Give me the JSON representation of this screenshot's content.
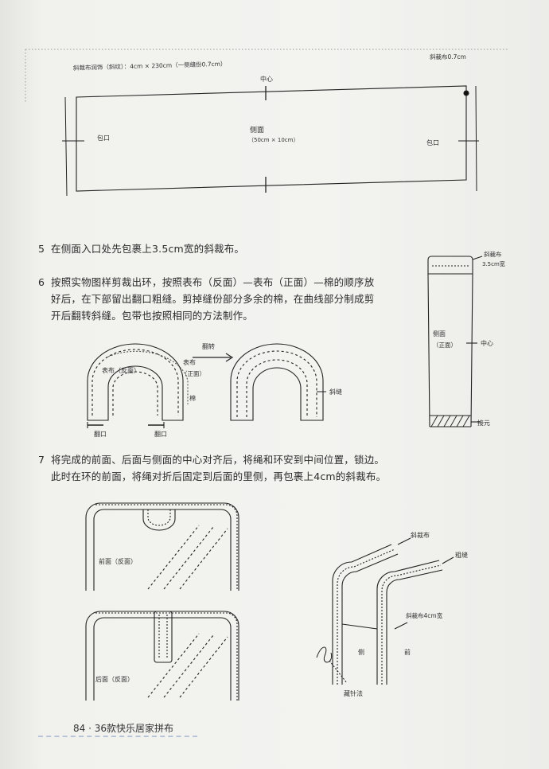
{
  "top_diagram": {
    "title": "斜裁布润饰（斜纹）：4cm × 230cm（一侧缝份0.7cm）",
    "right_label": "斜裁布0.7cm",
    "center_label": "中心",
    "left_label": "包口",
    "right_opening_label": "包口",
    "panel_name": "侧面",
    "panel_size": "（50cm × 10cm）"
  },
  "step5": {
    "num": "5",
    "text": "在侧面入口处先包裹上3.5cm宽的斜裁布。"
  },
  "step6": {
    "num": "6",
    "lines": [
      "按照实物图样剪裁出环，按照表布（反面）—表布（正面）—棉的顺序放",
      "好后，在下部留出翻口粗缝。剪掉缝份部分多余的棉，在曲线部分制成剪",
      "开后翻转斜缝。包带也按照相同的方法制作。"
    ]
  },
  "loop_diagram": {
    "flip_label": "翻转",
    "outer_fabric_back": "表布（反面）",
    "outer_fabric": "表布",
    "outer_fabric_front": "（正面）",
    "batting": "棉",
    "opening_left": "翻口",
    "opening_right": "翻口",
    "slant_stitch": "斜缝"
  },
  "side_diagram": {
    "bias_label": "斜裁布",
    "bias_width": "3.5cm宽",
    "side_label": "侧面",
    "side_front": "（正面）",
    "center_label": "中心",
    "bottom_label": "接元"
  },
  "step7": {
    "num": "7",
    "lines": [
      "将完成的前面、后面与侧面的中心对齐后，将绳和环安到中间位置，锁边。",
      "此时在环的前面，将绳对折后固定到后面的里侧，再包裹上4cm的斜裁布。"
    ]
  },
  "bottom_diagram": {
    "front_label": "前面（反面）",
    "back_label": "后面（反面）",
    "bias_label": "斜裁布",
    "basting_label": "粗缝",
    "bias_4cm_label": "斜裁布4cm宽",
    "side_label": "侧",
    "front_short": "前",
    "hidden_stitch": "藏针法"
  },
  "footer": {
    "page": "84",
    "book_title": "· 36款快乐居家拼布"
  }
}
